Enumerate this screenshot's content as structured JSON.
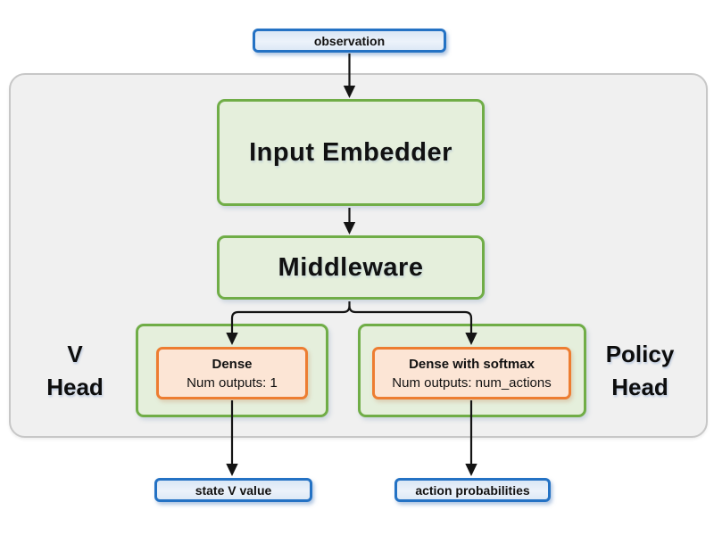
{
  "nodes": {
    "observation": {
      "label": "observation"
    },
    "input_embedder": {
      "label": "Input Embedder"
    },
    "middleware": {
      "label": "Middleware"
    },
    "v_head": {
      "group_label_line1": "V",
      "group_label_line2": "Head",
      "dense": {
        "title": "Dense",
        "subtitle": "Num outputs: 1"
      },
      "output": {
        "label": "state V value"
      }
    },
    "policy_head": {
      "group_label_line1": "Policy",
      "group_label_line2": "Head",
      "dense": {
        "title": "Dense with softmax",
        "subtitle": "Num outputs: num_actions"
      },
      "output": {
        "label": "action probabilities"
      }
    }
  },
  "colors": {
    "green_border": "#70ad47",
    "green_fill": "#e5efdc",
    "orange_border": "#ed7d31",
    "orange_fill": "#fce5d5",
    "blue_border": "#2472c4",
    "blue_fill": "#dde9f6",
    "panel_fill": "#f0f0f0",
    "panel_border": "#c7c7c7",
    "arrow": "#141414"
  }
}
